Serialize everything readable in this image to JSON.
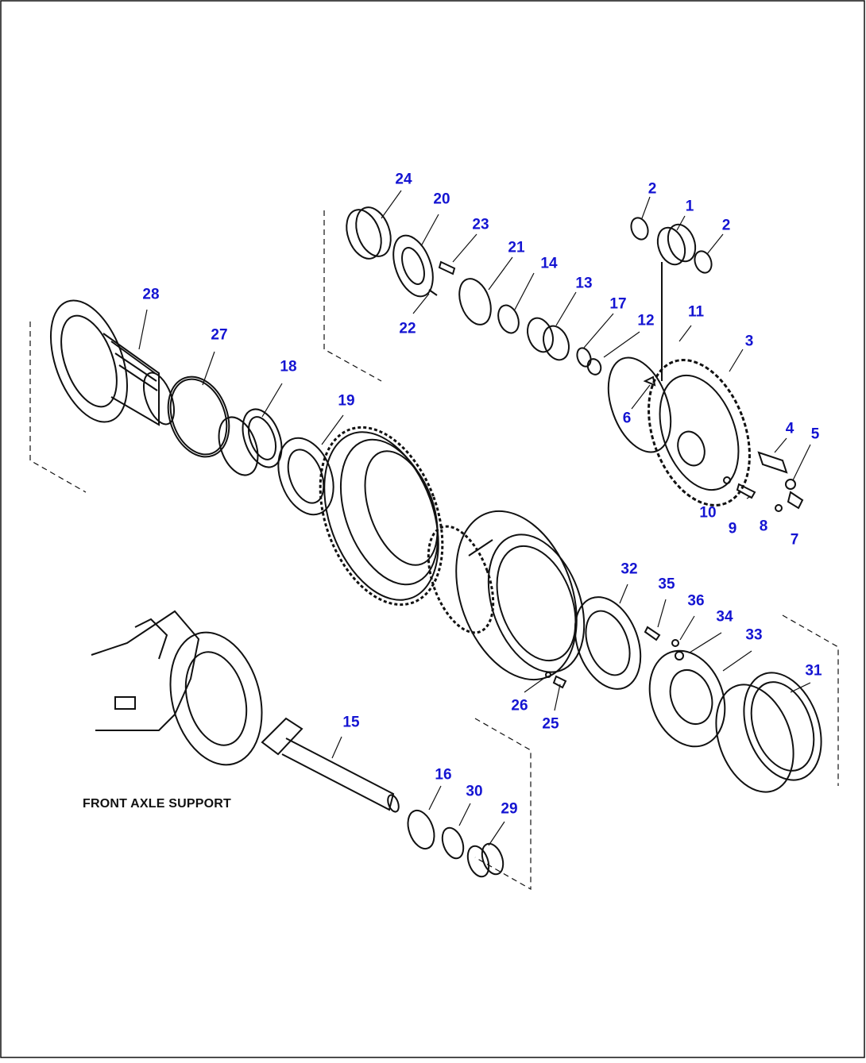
{
  "diagram": {
    "caption": "FRONT AXLE SUPPORT",
    "label_color": "#1414d2",
    "line_color": "#111111",
    "callouts": [
      {
        "id": "1",
        "text": "1"
      },
      {
        "id": "2a",
        "text": "2"
      },
      {
        "id": "2b",
        "text": "2"
      },
      {
        "id": "3",
        "text": "3"
      },
      {
        "id": "4",
        "text": "4"
      },
      {
        "id": "5",
        "text": "5"
      },
      {
        "id": "6",
        "text": "6"
      },
      {
        "id": "7",
        "text": "7"
      },
      {
        "id": "8",
        "text": "8"
      },
      {
        "id": "9",
        "text": "9"
      },
      {
        "id": "10",
        "text": "10"
      },
      {
        "id": "11",
        "text": "11"
      },
      {
        "id": "12",
        "text": "12"
      },
      {
        "id": "13",
        "text": "13"
      },
      {
        "id": "14",
        "text": "14"
      },
      {
        "id": "15",
        "text": "15"
      },
      {
        "id": "16",
        "text": "16"
      },
      {
        "id": "17",
        "text": "17"
      },
      {
        "id": "18",
        "text": "18"
      },
      {
        "id": "19",
        "text": "19"
      },
      {
        "id": "20",
        "text": "20"
      },
      {
        "id": "21",
        "text": "21"
      },
      {
        "id": "22",
        "text": "22"
      },
      {
        "id": "23",
        "text": "23"
      },
      {
        "id": "24",
        "text": "24"
      },
      {
        "id": "25",
        "text": "25"
      },
      {
        "id": "26",
        "text": "26"
      },
      {
        "id": "27",
        "text": "27"
      },
      {
        "id": "28",
        "text": "28"
      },
      {
        "id": "29",
        "text": "29"
      },
      {
        "id": "30",
        "text": "30"
      },
      {
        "id": "31",
        "text": "31"
      },
      {
        "id": "32",
        "text": "32"
      },
      {
        "id": "33",
        "text": "33"
      },
      {
        "id": "34",
        "text": "34"
      },
      {
        "id": "35",
        "text": "35"
      },
      {
        "id": "36",
        "text": "36"
      }
    ]
  }
}
